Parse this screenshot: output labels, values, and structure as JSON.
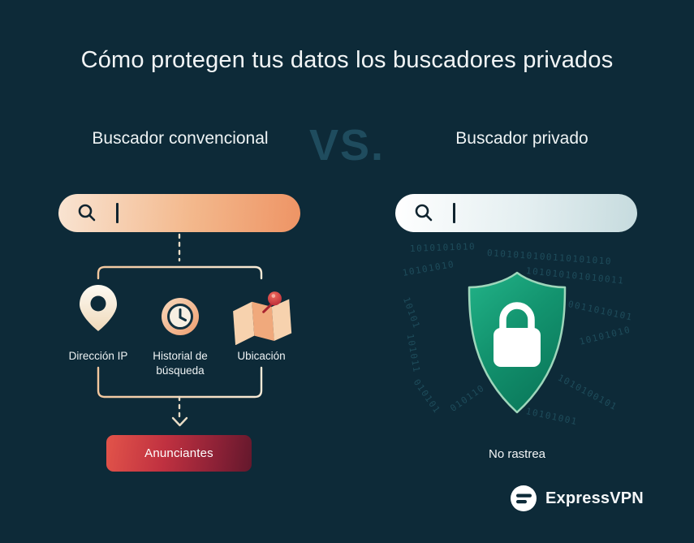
{
  "title": "Cómo protegen tus datos los buscadores privados",
  "comparison": {
    "vs_label": "VS.",
    "left": {
      "heading": "Buscador convencional",
      "items": [
        {
          "label": "Dirección IP",
          "icon": "location-pin-icon"
        },
        {
          "label": "Historial de búsqueda",
          "icon": "clock-icon"
        },
        {
          "label": "Ubicación",
          "icon": "map-icon"
        }
      ],
      "outcome_label": "Anunciantes"
    },
    "right": {
      "heading": "Buscador privado",
      "outcome_label": "No rastrea",
      "binary_strings": [
        "1010101010",
        "0101010100110101010",
        "10101010",
        "101010101010011",
        "10101",
        "0011010101",
        "101011",
        "10101010",
        "010101",
        "1010100101",
        "10101001",
        "010110"
      ]
    }
  },
  "footer": {
    "brand_name": "ExpressVPN"
  },
  "colors": {
    "background": "#0d2a38",
    "title_text": "#f2f5f6",
    "vs_text": "#1f4c5e",
    "search_bar_left_gradient_start": "#f9e4d2",
    "search_bar_left_gradient_end": "#ee9465",
    "search_bar_right_gradient_start": "#ffffff",
    "search_bar_right_gradient_end": "#c6dbde",
    "shield_green": "#13946f",
    "lock_white": "#ffffff",
    "advertisers_red_start": "#e2544a",
    "advertisers_red_end": "#63182c",
    "connector_line": "#e9dcc6",
    "binary_text": "#20505f"
  }
}
